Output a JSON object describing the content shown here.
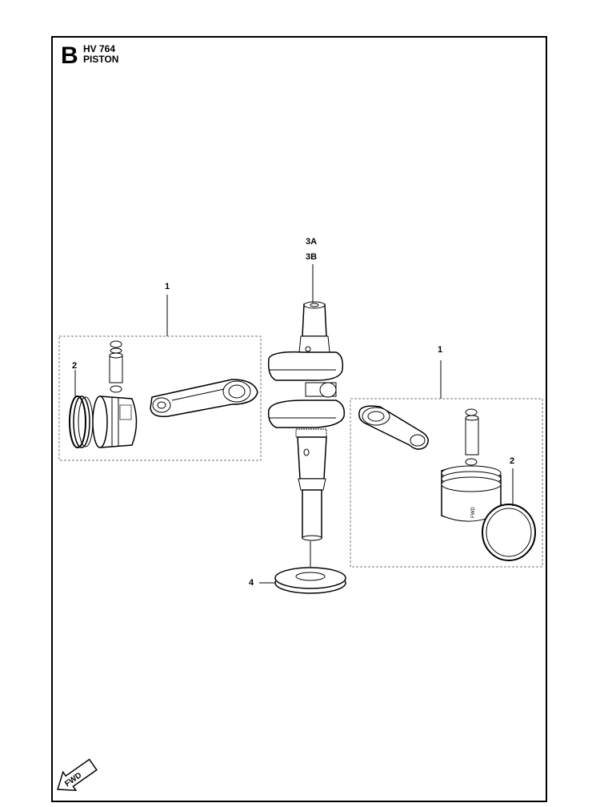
{
  "header": {
    "section_letter": "B",
    "model": "HV 764",
    "title": "PISTON"
  },
  "callouts": {
    "left_assembly": "1",
    "left_ring": "2",
    "crank_3a": "3A",
    "crank_3b": "3B",
    "right_assembly": "1",
    "right_ring": "2",
    "seal": "4"
  },
  "fwd_label": "FWD",
  "piston_marking": "FWD"
}
